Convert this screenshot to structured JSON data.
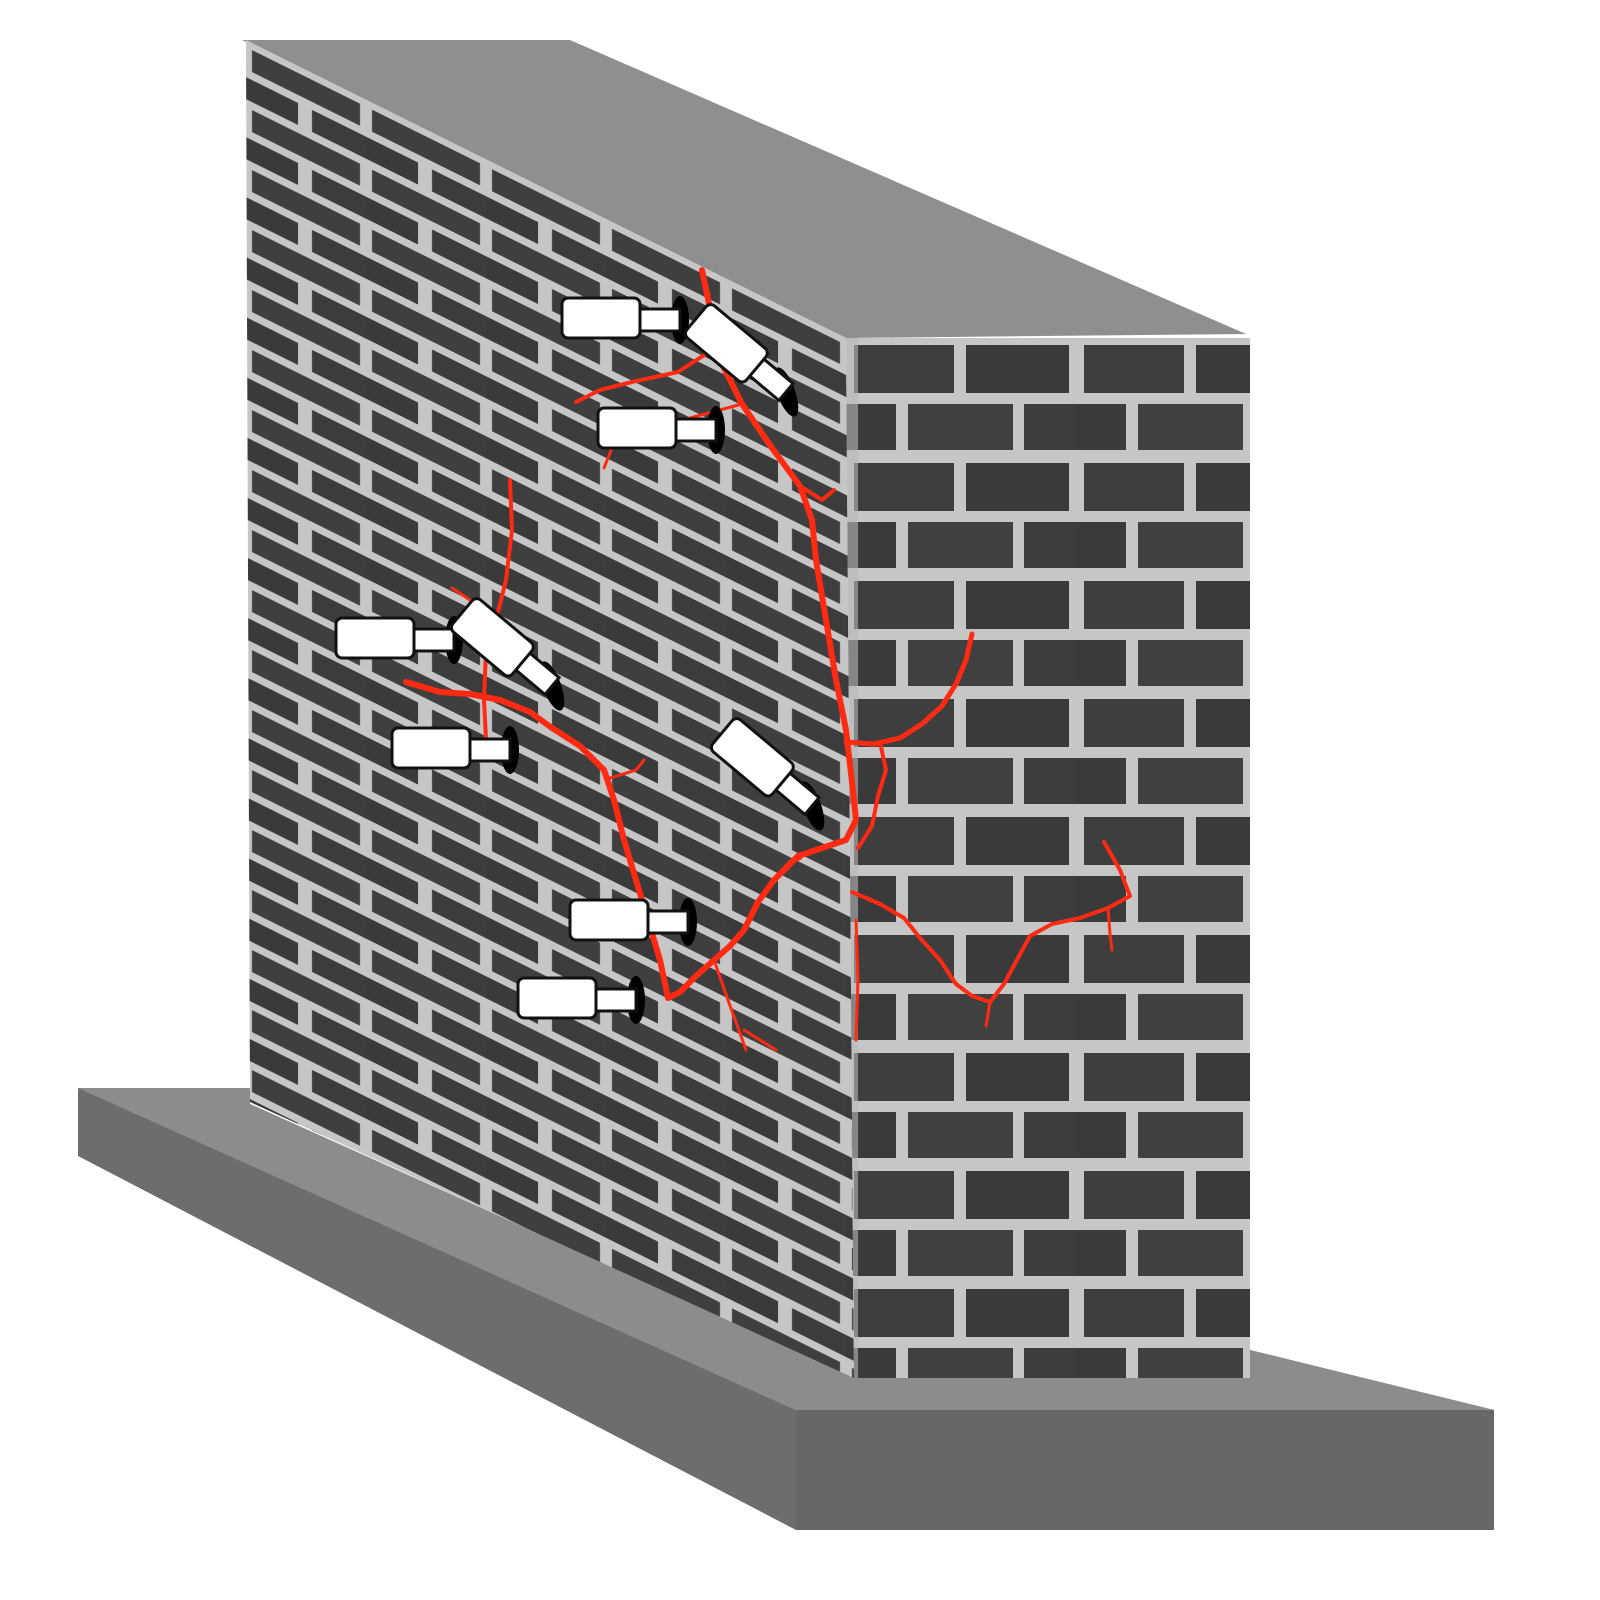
{
  "scene": {
    "subject": "brick-wall-with-crack-injection-ports",
    "colors": {
      "background": "#ffffff",
      "slab_top": "#8c8c8c",
      "slab_front": "#6a6a6a",
      "wall_cap": "#8f8f8f",
      "brick": "#3e3e3e",
      "brick_dark": "#333333",
      "mortar": "#c8c8c8",
      "crack": "#ff2a12",
      "port_body": "#ffffff",
      "port_outline": "#111111",
      "port_hole": "#000000"
    },
    "counts": {
      "injection_ports": 9,
      "crack_networks": 2
    }
  }
}
